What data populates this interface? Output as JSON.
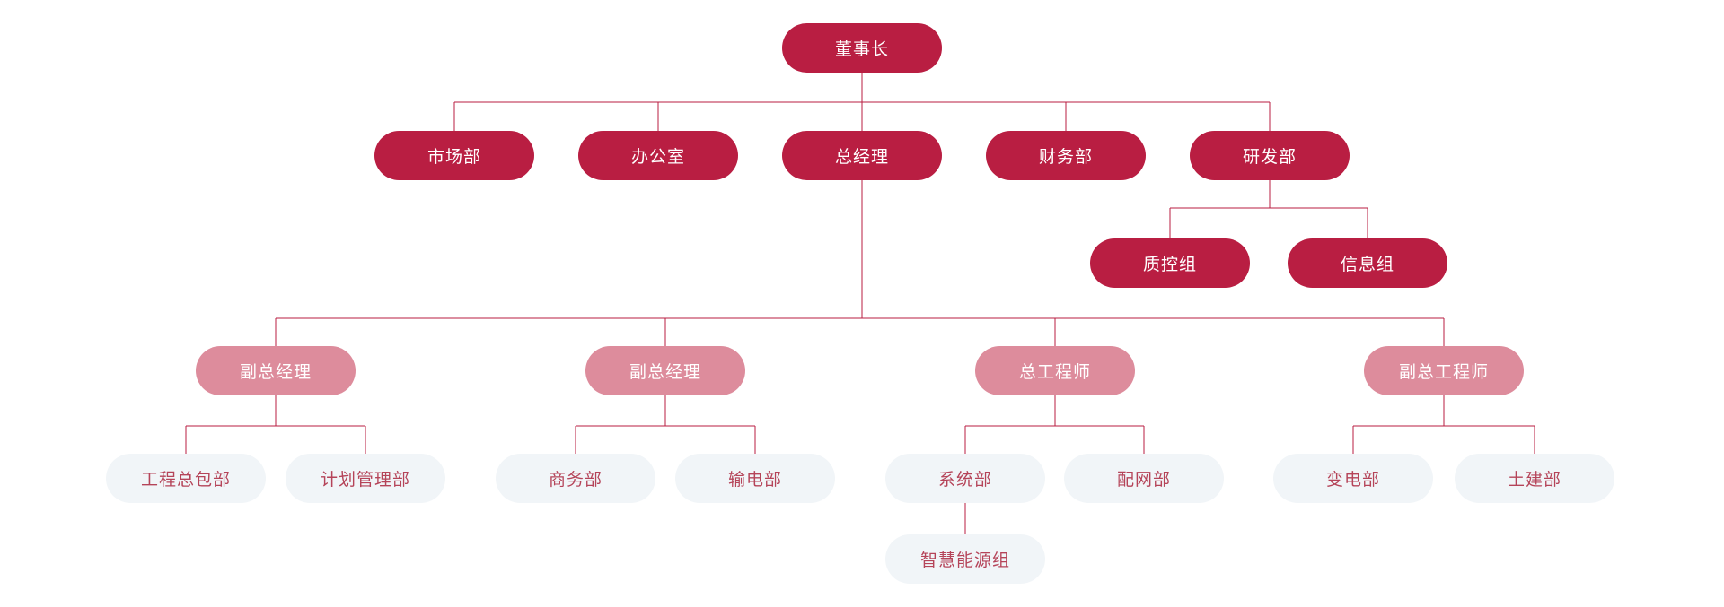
{
  "colors": {
    "node_primary": "#B91E42",
    "node_secondary": "#DD8C9C",
    "node_tertiary_bg": "#F1F5F8",
    "node_tertiary_text": "#B54459",
    "connector": "#B91E42",
    "background": "#FFFFFF"
  },
  "org_tree": {
    "label": "董事长",
    "children": [
      {
        "label": "市场部"
      },
      {
        "label": "办公室"
      },
      {
        "label": "总经理",
        "children": [
          {
            "label": "副总经理",
            "children": [
              {
                "label": "工程总包部"
              },
              {
                "label": "计划管理部"
              }
            ]
          },
          {
            "label": "副总经理",
            "children": [
              {
                "label": "商务部"
              },
              {
                "label": "输电部"
              }
            ]
          },
          {
            "label": "总工程师",
            "children": [
              {
                "label": "系统部",
                "children": [
                  {
                    "label": "智慧能源组"
                  }
                ]
              },
              {
                "label": "配网部"
              }
            ]
          },
          {
            "label": "副总工程师",
            "children": [
              {
                "label": "变电部"
              },
              {
                "label": "土建部"
              }
            ]
          }
        ]
      },
      {
        "label": "财务部"
      },
      {
        "label": "研发部",
        "children": [
          {
            "label": "质控组"
          },
          {
            "label": "信息组"
          }
        ]
      }
    ]
  }
}
